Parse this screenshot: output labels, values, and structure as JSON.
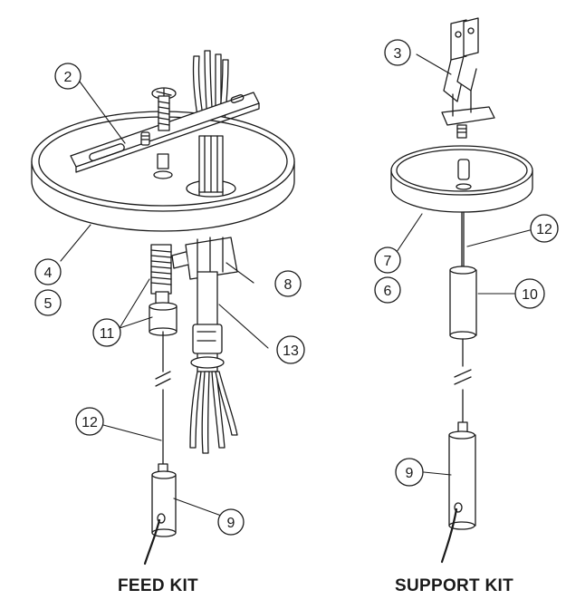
{
  "feed_kit": {
    "title": "FEED KIT",
    "callouts": [
      "2",
      "4",
      "5",
      "8",
      "11",
      "13",
      "12",
      "9"
    ]
  },
  "support_kit": {
    "title": "SUPPORT KIT",
    "callouts": [
      "3",
      "12",
      "7",
      "6",
      "10",
      "9"
    ]
  },
  "colors": {
    "line": "#1a1a1a",
    "fill": "#ffffff",
    "shade": "#d9d9d9"
  }
}
